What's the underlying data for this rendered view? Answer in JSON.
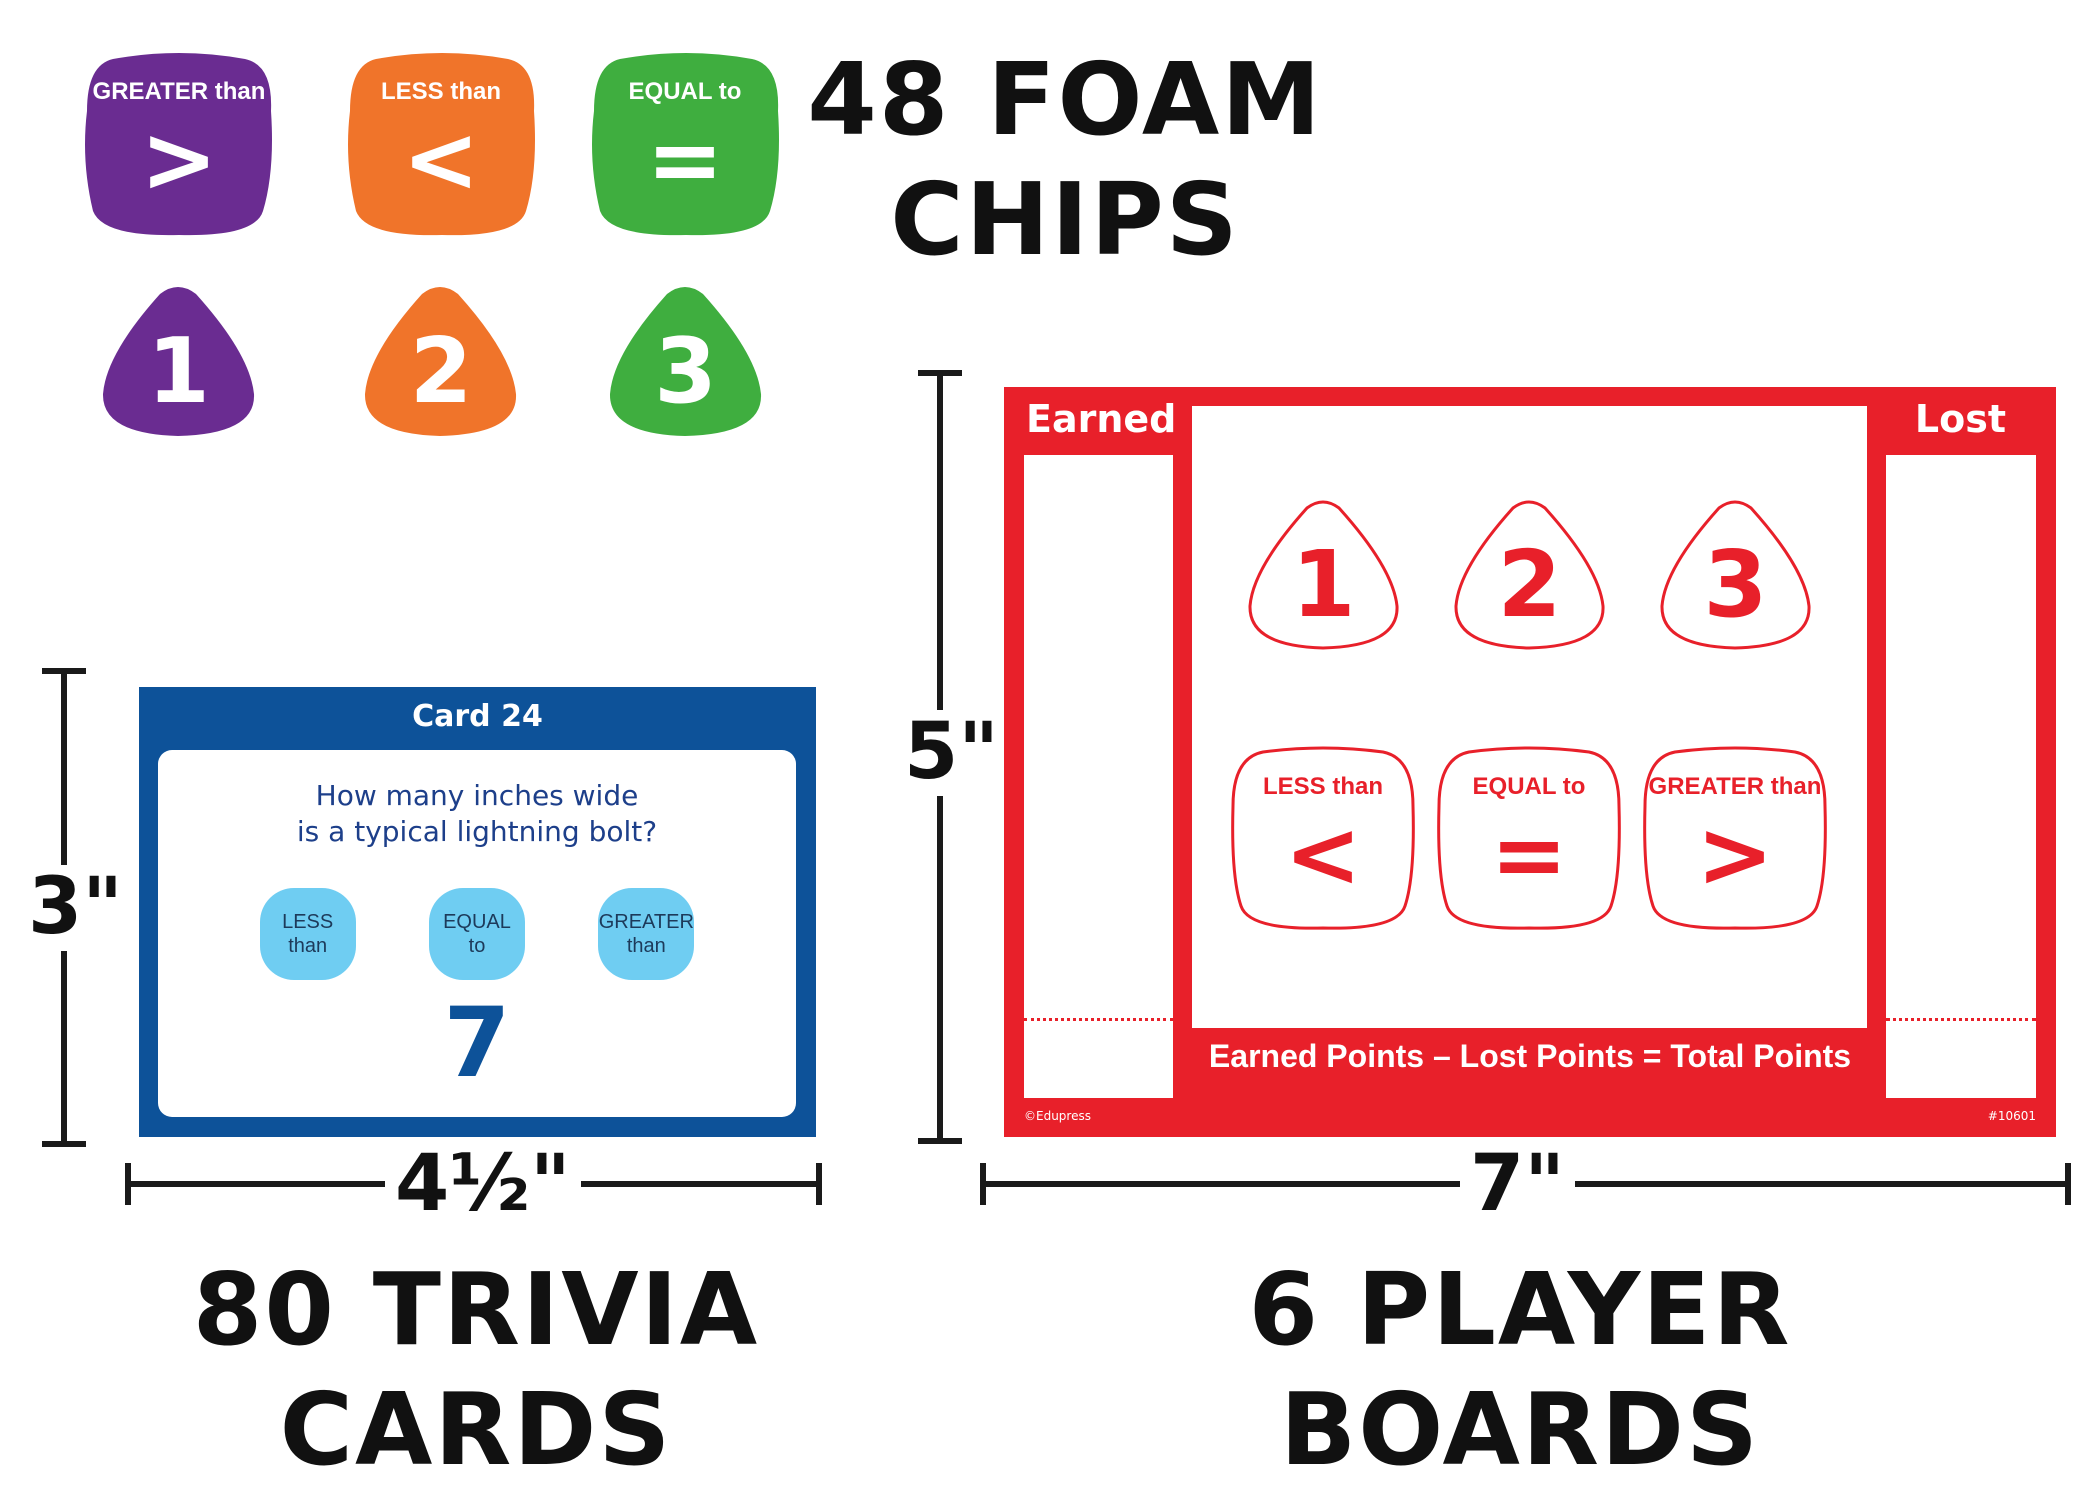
{
  "chips": {
    "title_line1": "48 FOAM",
    "title_line2": "CHIPS",
    "greater_label": "GREATER than",
    "greater_symbol": ">",
    "less_label": "LESS than",
    "less_symbol": "<",
    "equal_label": "EQUAL to",
    "equal_symbol": "=",
    "points": [
      "1",
      "2",
      "3"
    ],
    "colors": {
      "purple": "#6a2c91",
      "orange": "#f0742a",
      "green": "#3fae3f"
    }
  },
  "trivia_card": {
    "header": "Card 24",
    "question_line1": "How many inches wide",
    "question_line2": "is a typical lightning bolt?",
    "options": [
      {
        "line1": "LESS",
        "line2": "than"
      },
      {
        "line1": "EQUAL",
        "line2": "to"
      },
      {
        "line1": "GREATER",
        "line2": "than"
      }
    ],
    "number": "7",
    "colors": {
      "frame": "#0d5299",
      "option": "#6fcdf2",
      "text": "#1d3f8a"
    }
  },
  "dimensions": {
    "card_height": "3\"",
    "card_width": "4½\"",
    "board_height": "5\"",
    "board_width": "7\""
  },
  "trivia_title": {
    "line1": "80 TRIVIA",
    "line2": "CARDS"
  },
  "player_board": {
    "earned": "Earned",
    "lost": "Lost",
    "points": [
      "1",
      "2",
      "3"
    ],
    "less_label": "LESS than",
    "equal_label": "EQUAL to",
    "greater_label": "GREATER than",
    "less_symbol": "<",
    "equal_symbol": "=",
    "greater_symbol": ">",
    "formula": "Earned Points – Lost Points = Total Points",
    "copyright": "©Edupress",
    "product_number": "#10601",
    "color": "#e8202a"
  },
  "board_title": {
    "line1": "6 PLAYER",
    "line2": "BOARDS"
  }
}
